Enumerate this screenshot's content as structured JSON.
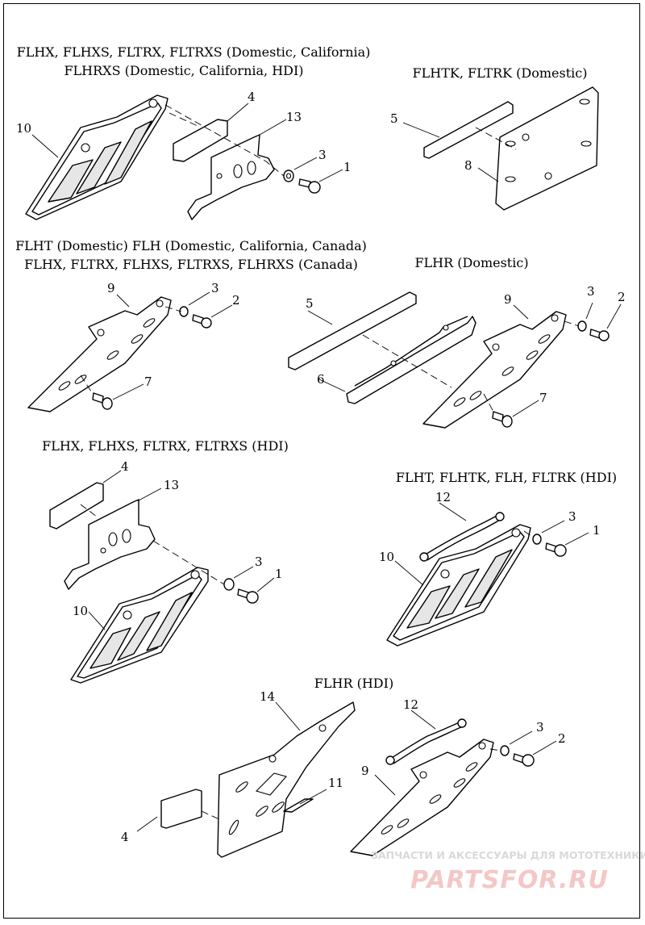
{
  "titles": {
    "t1_line1": "FLHX, FLHXS, FLTRX, FLTRXS (Domestic, California)",
    "t1_line2": "FLHRXS (Domestic, California, HDI)",
    "t2": "FLHTK, FLTRK (Domestic)",
    "t3_line1": "FLHT (Domestic) FLH (Domestic, California, Canada)",
    "t3_line2": "FLHX, FLTRX, FLHXS, FLTRXS, FLHRXS (Canada)",
    "t4": "FLHR (Domestic)",
    "t5": "FLHX, FLHXS, FLTRX, FLTRXS (HDI)",
    "t6": "FLHT, FLHTK, FLH, FLTRK (HDI)",
    "t7": "FLHR (HDI)"
  },
  "callouts": {
    "p1": {
      "n10": "10",
      "n4": "4",
      "n13": "13",
      "n3": "3",
      "n1": "1"
    },
    "p2": {
      "n5": "5",
      "n8": "8"
    },
    "p3": {
      "n9": "9",
      "n3": "3",
      "n2": "2",
      "n7": "7"
    },
    "p4": {
      "n5": "5",
      "n6": "6",
      "n9": "9",
      "n3": "3",
      "n2": "2",
      "n7": "7"
    },
    "p5": {
      "n4": "4",
      "n13": "13",
      "n3": "3",
      "n1": "1",
      "n10": "10"
    },
    "p6": {
      "n12": "12",
      "n3": "3",
      "n1": "1",
      "n10": "10"
    },
    "p7": {
      "n14": "14",
      "n11": "11",
      "n4": "4",
      "n12": "12",
      "n3": "3",
      "n2": "2",
      "n9": "9"
    }
  },
  "watermark": {
    "line1": "ЗАПЧАСТИ И АКСЕССУАРЫ ДЛЯ МОТОТЕХНИКИ",
    "line2": "PARTSFOR.RU",
    "color_small": "#d9d9d9",
    "color_big": "#f4c7c7"
  }
}
